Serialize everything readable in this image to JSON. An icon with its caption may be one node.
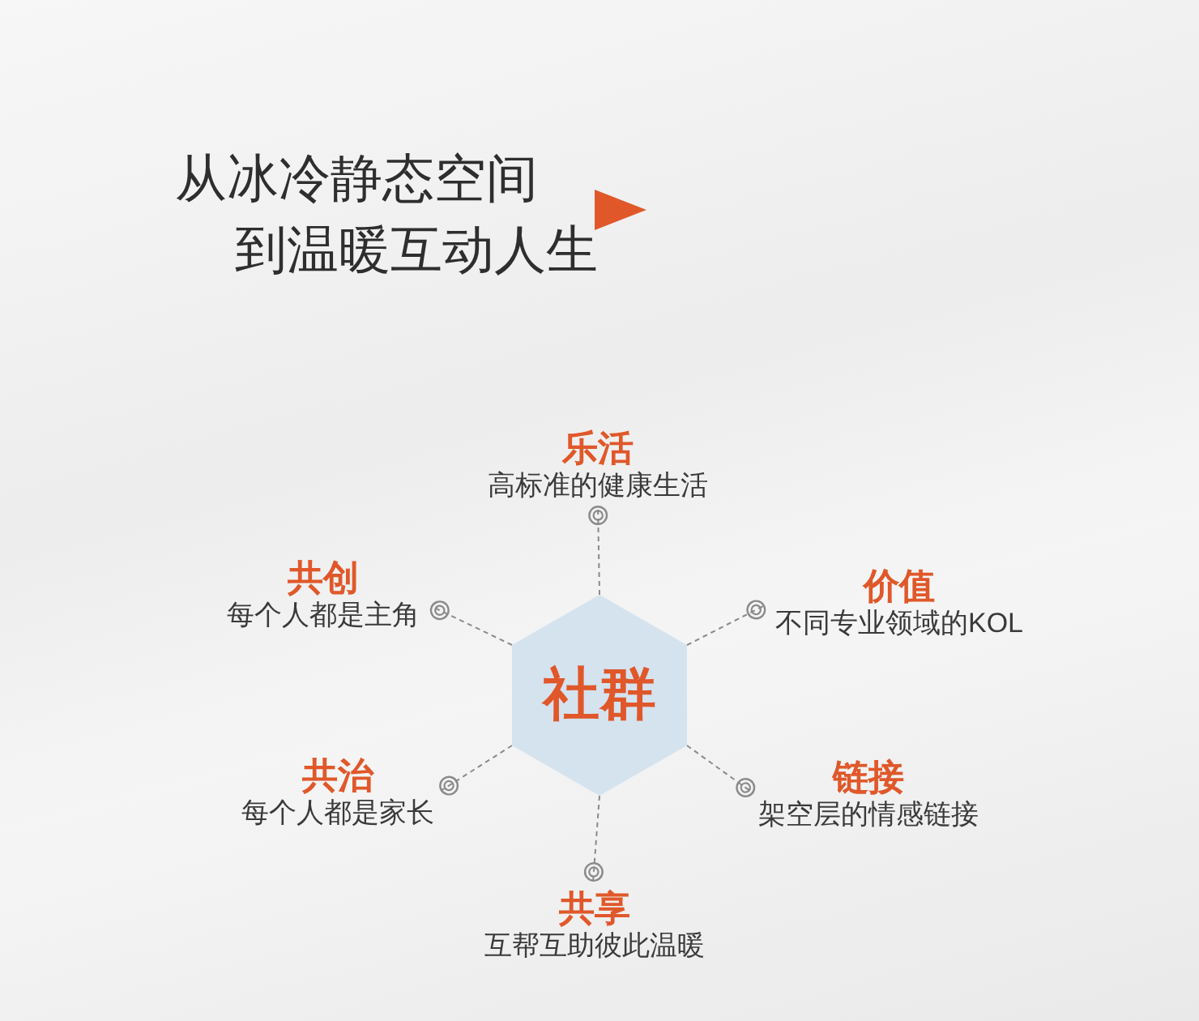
{
  "diagram": {
    "title": "从冰冷静态空间到温暖互动人生",
    "nodes": [
      {
        "text": [
          "乐活",
          "高标准的健康生活"
        ]
      },
      {
        "text": [
          "共创",
          "每个人都是主角"
        ]
      },
      {
        "text": [
          "价值",
          "不同专业领域的KOL"
        ]
      },
      {
        "text": [
          "社群"
        ]
      },
      {
        "text": [
          "共治",
          "每个人都是家长"
        ]
      },
      {
        "text": [
          "链接",
          "架空层的情感链接"
        ]
      },
      {
        "text": [
          "共享",
          "互帮互助彼此温暖"
        ]
      }
    ],
    "edges": [
      {
        "from": 3,
        "to": 0,
        "arrow": "other",
        "style": "dashed"
      },
      {
        "from": 3,
        "to": 1,
        "arrow": "other",
        "style": "dashed"
      },
      {
        "from": 3,
        "to": 2,
        "arrow": "other",
        "style": "dashed"
      },
      {
        "from": 3,
        "to": 4,
        "arrow": "other",
        "style": "dashed"
      },
      {
        "from": 3,
        "to": 5,
        "arrow": "other",
        "style": "dashed"
      },
      {
        "from": 3,
        "to": 6,
        "arrow": "other",
        "style": "dashed"
      }
    ]
  }
}
